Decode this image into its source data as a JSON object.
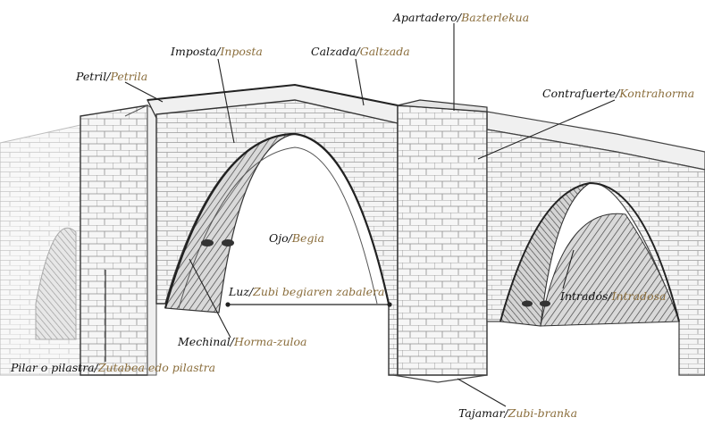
{
  "colors": {
    "spanish_text": "#111111",
    "basque_text": "#8a6d3b",
    "ink": "#3a3a3a",
    "leader": "#222222"
  },
  "labels": {
    "apartadero": {
      "es": "Apartadero",
      "eu": "Bazterlekua"
    },
    "imposta": {
      "es": "Imposta",
      "eu": "Inposta"
    },
    "calzada": {
      "es": "Calzada",
      "eu": "Galtzada"
    },
    "petril": {
      "es": "Petril",
      "eu": "Petrila"
    },
    "contrafuerte": {
      "es": "Contrafuerte",
      "eu": "Kontrahorma"
    },
    "ojo": {
      "es": "Ojo",
      "eu": "Begia"
    },
    "luz": {
      "es": "Luz",
      "eu": "Zubi begiaren zabalera"
    },
    "intrados": {
      "es": "Intradós",
      "eu": "Intradosa"
    },
    "mechinal": {
      "es": "Mechinal",
      "eu": "Horma-zuloa"
    },
    "pilar": {
      "es": "Pilar o pilastra",
      "eu": "Zutabea edo pilastra"
    },
    "tajamar": {
      "es": "Tajamar",
      "eu": "Zubi-branka"
    }
  },
  "separator": "/"
}
